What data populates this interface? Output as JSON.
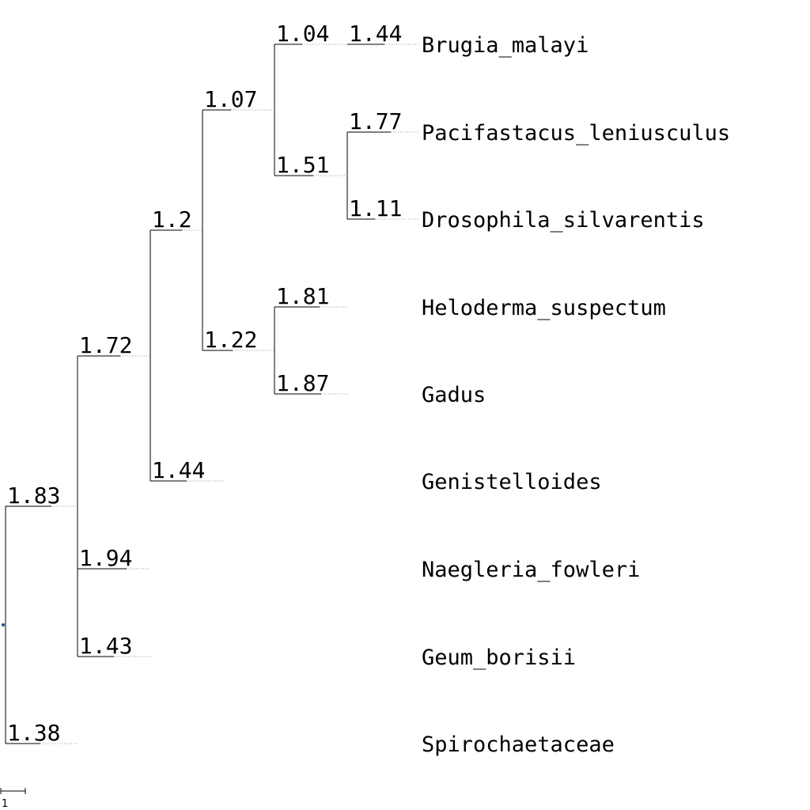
{
  "tree": {
    "leaves": [
      {
        "name": "Brugia_malayi",
        "branch_length": "1.44"
      },
      {
        "name": "Pacifastacus_leniusculus",
        "branch_length": "1.77"
      },
      {
        "name": "Drosophila_silvarentis",
        "branch_length": "1.11"
      },
      {
        "name": "Heloderma_suspectum",
        "branch_length": "1.81"
      },
      {
        "name": "Gadus",
        "branch_length": "1.87"
      },
      {
        "name": "Genistelloides",
        "branch_length": "1.44"
      },
      {
        "name": "Naegleria_fowleri",
        "branch_length": "1.94"
      },
      {
        "name": "Geum_borisii",
        "branch_length": "1.43"
      },
      {
        "name": "Spirochaetaceae",
        "branch_length": "1.38"
      }
    ],
    "internal_nodes": [
      {
        "id": "n1",
        "branch_length": "1.83"
      },
      {
        "id": "n2",
        "branch_length": "1.72"
      },
      {
        "id": "n3",
        "branch_length": "1.2"
      },
      {
        "id": "n4",
        "branch_length": "1.07"
      },
      {
        "id": "n5",
        "branch_length": "1.04"
      },
      {
        "id": "n6",
        "branch_length": "1.51"
      },
      {
        "id": "n7",
        "branch_length": "1.22"
      }
    ],
    "scale_bar_label": "1",
    "root_marker_color": "#1f4e9c"
  }
}
